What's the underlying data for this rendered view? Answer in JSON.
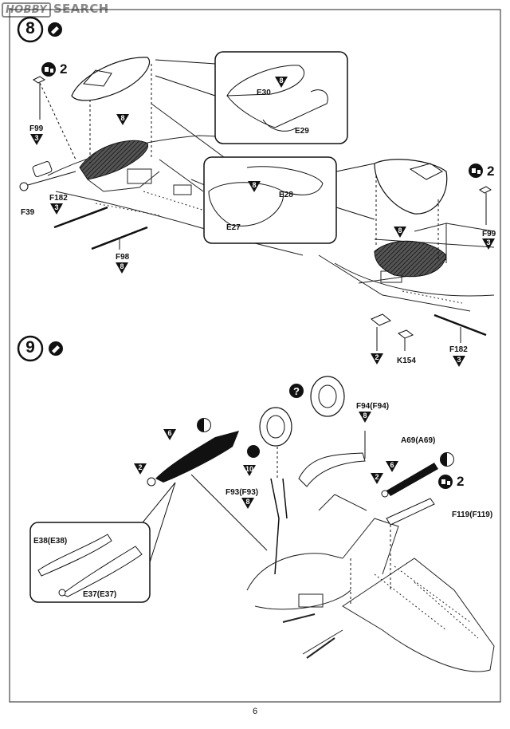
{
  "watermark": {
    "logo": "HOBBY",
    "text": "SEARCH"
  },
  "page_number": "6",
  "step8": {
    "number": "8",
    "qty_left": "2",
    "qty_right": "2",
    "labels": {
      "f99_left": "F99",
      "f99_left_paint": "3",
      "f182_left": "F182",
      "f182_left_paint": "3",
      "f39": "F39",
      "f98": "F98",
      "f98_paint": "8",
      "fuselage_paint_left": "8",
      "inset_top_paint": "8",
      "e30": "E30",
      "e29": "E29",
      "e28": "E28",
      "e27": "E27",
      "inset_bot_paint": "8",
      "fuselage_paint_right": "8",
      "f99_right": "F99",
      "f99_right_paint": "3",
      "k154_paint": "2",
      "k154": "K154",
      "f182_right": "F182",
      "f182_right_paint": "3"
    }
  },
  "step9": {
    "number": "9",
    "qty_right": "2",
    "labels": {
      "bomb_body_paint": "6",
      "bomb_nose_paint": "2",
      "e38": "E38(E38)",
      "e37": "E37(E37)",
      "f94": "F94(F94)",
      "f94_paint": "8",
      "f93": "F93(F93)",
      "f93_paint": "8",
      "strut_paint": "10",
      "a69": "A69(A69)",
      "a69_paint_a": "6",
      "a69_paint_b": "2",
      "f119": "F119(F119)"
    }
  },
  "colors": {
    "ink": "#111111",
    "watermark": "#8a8a8a",
    "panel_fill": "#ffffff",
    "hatch": "#333333"
  }
}
